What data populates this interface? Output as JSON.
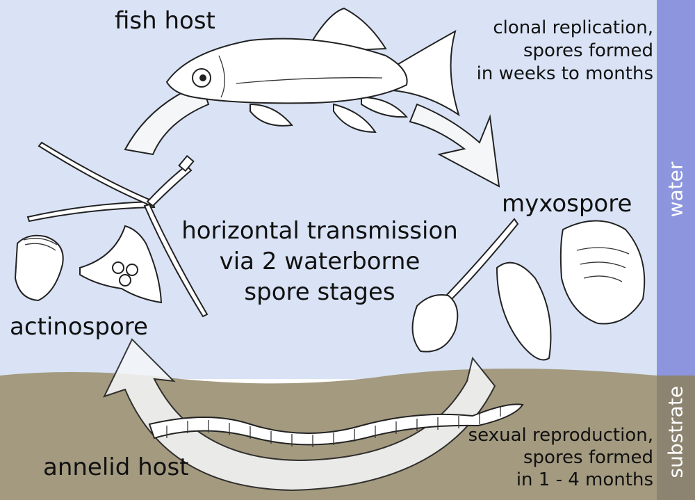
{
  "labels": {
    "fish_host": "fish host",
    "clonal": [
      "clonal replication,",
      "spores formed",
      "in weeks to months"
    ],
    "myxospore": "myxospore",
    "center": [
      "horizontal transmission",
      "via 2 waterborne",
      "spore stages"
    ],
    "actinospore": "actinospore",
    "annelid_host": "annelid host",
    "sexual": [
      "sexual reproduction,",
      "spores formed",
      "in 1 - 4 months"
    ],
    "water": "water",
    "substrate": "substrate"
  },
  "colors": {
    "water": "#d9e3f5",
    "substrate": "#a39a80",
    "side_water": "#8c95dd",
    "side_substrate": "#8c8470",
    "arrow_fill": "#f4f6f8"
  }
}
